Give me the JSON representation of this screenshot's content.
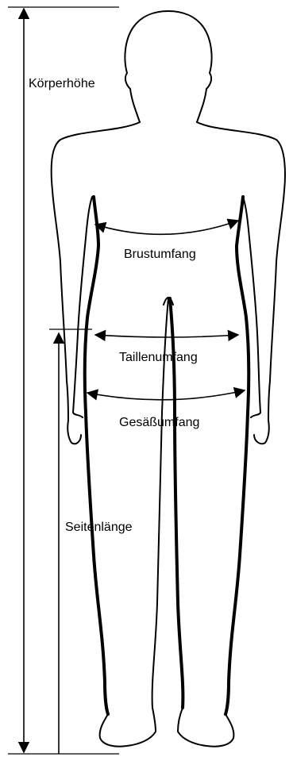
{
  "labels": {
    "height": "Körperhöhe",
    "chest": "Brustumfang",
    "waist": "Taillenumfang",
    "hip": "Gesäßumfang",
    "side_length": "Seitenlänge"
  }
}
